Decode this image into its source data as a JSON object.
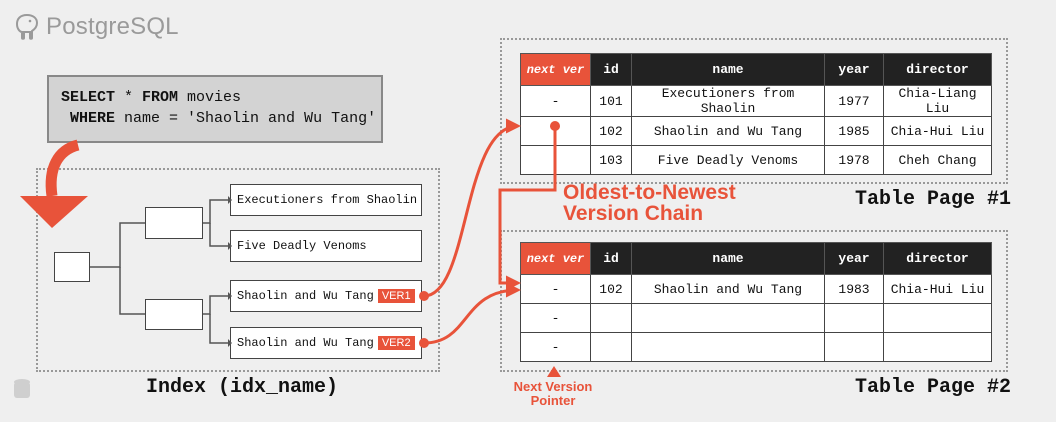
{
  "logo": {
    "text": "PostgreSQL",
    "icon": "elephant-icon"
  },
  "query": {
    "line1_kw": "SELECT",
    "line1_rest": " * ",
    "line1_kw2": "FROM",
    "line1_tail": " movies",
    "line2_kw": "WHERE",
    "line2_tail": " name = 'Shaolin and Wu Tang'"
  },
  "index": {
    "caption": "Index (idx_name)",
    "leaves": [
      {
        "text": "Executioners from Shaolin",
        "version": ""
      },
      {
        "text": "Five Deadly Venoms",
        "version": ""
      },
      {
        "text": "Shaolin and Wu Tang",
        "version": "VER1"
      },
      {
        "text": "Shaolin and Wu Tang",
        "version": "VER2"
      }
    ]
  },
  "columns": [
    "next ver",
    "id",
    "name",
    "year",
    "director"
  ],
  "page1": {
    "caption": "Table Page #1",
    "rows": [
      {
        "next": "-",
        "id": "101",
        "name": "Executioners from Shaolin",
        "year": "1977",
        "director": "Chia-Liang Liu"
      },
      {
        "next": "",
        "id": "102",
        "name": "Shaolin and Wu Tang",
        "year": "1985",
        "director": "Chia-Hui Liu"
      },
      {
        "next": "",
        "id": "103",
        "name": "Five Deadly Venoms",
        "year": "1978",
        "director": "Cheh Chang"
      }
    ]
  },
  "page2": {
    "caption": "Table Page #2",
    "rows": [
      {
        "next": "-",
        "id": "102",
        "name": "Shaolin and Wu Tang",
        "year": "1983",
        "director": "Chia-Hui Liu"
      },
      {
        "next": "-",
        "id": "",
        "name": "",
        "year": "",
        "director": ""
      },
      {
        "next": "-",
        "id": "",
        "name": "",
        "year": "",
        "director": ""
      }
    ]
  },
  "annotations": {
    "chain_line1": "Oldest-to-Newest",
    "chain_line2": "Version Chain",
    "pointer_line1": "Next Version",
    "pointer_line2": "Pointer"
  },
  "colors": {
    "accent": "#e8533a",
    "header": "#222222",
    "background": "#efefef"
  }
}
